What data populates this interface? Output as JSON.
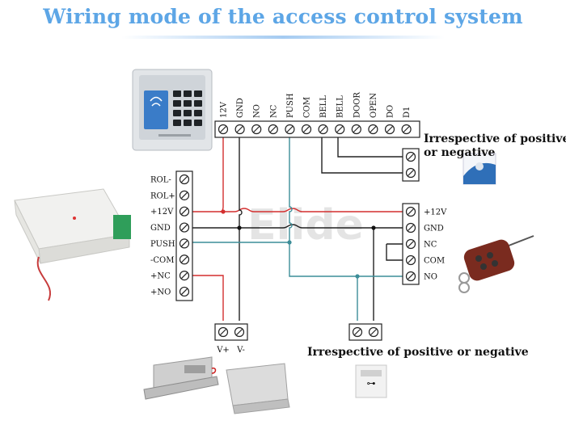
{
  "title": "Wiring mode of the access control system",
  "watermark": "Elide",
  "controller_terminals": [
    "12V",
    "GND",
    "NO",
    "NC",
    "PUSH",
    "COM",
    "BELL",
    "BELL",
    "DOOR",
    "OPEN",
    "DO",
    "D1"
  ],
  "power_terminals": [
    "ROL-",
    "ROL+",
    "+12V",
    "GND",
    "PUSH",
    "-COM",
    "+NC",
    "+NO"
  ],
  "remote_terminals": [
    "+12V",
    "GND",
    "NC",
    "COM",
    "NO"
  ],
  "lock_terminals": [
    "V+",
    "V-"
  ],
  "doorbell_note": "Irrespective of positive or negative",
  "button_note": "Irrespective of positive or negative",
  "colors": {
    "title": "#5da6e6",
    "red_wire": "#d32f2f",
    "teal_wire": "#3c8d98",
    "black_wire": "#222222"
  }
}
